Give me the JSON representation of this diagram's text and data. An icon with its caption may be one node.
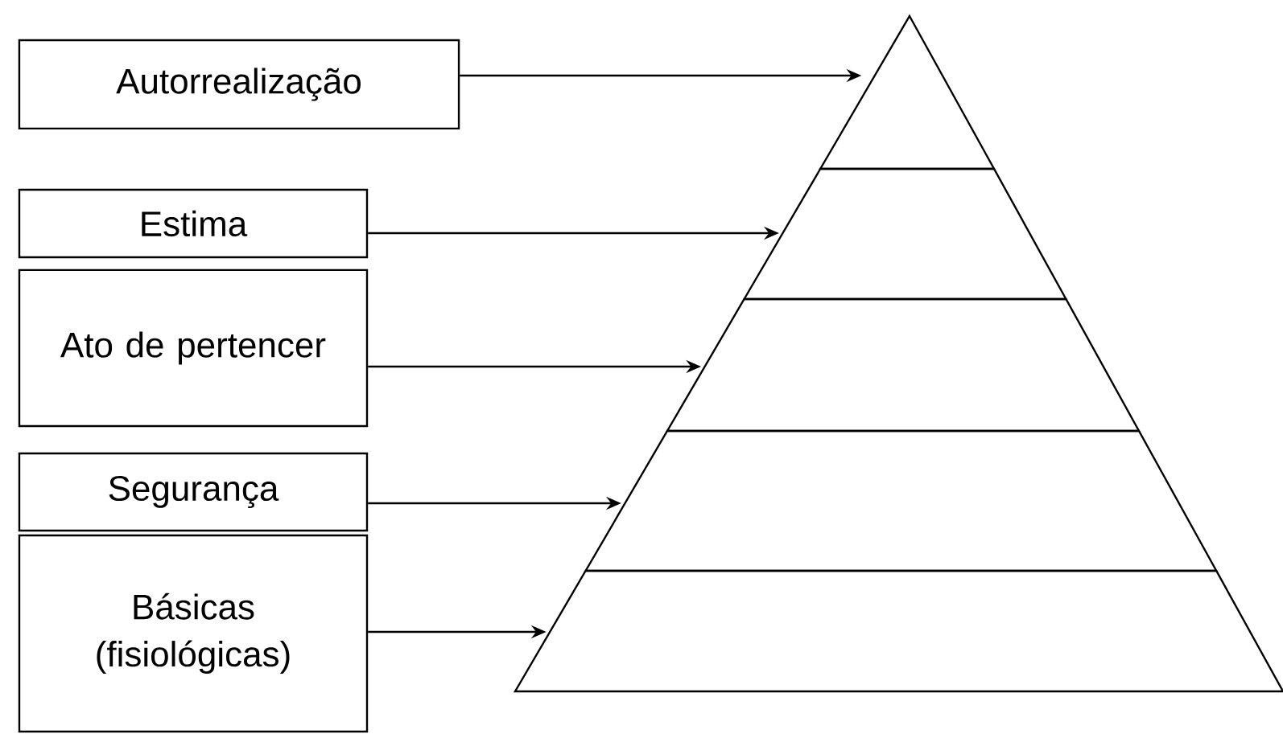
{
  "diagram": {
    "nodes": [
      {
        "text": [
          "Autorrealização"
        ]
      },
      {
        "text": [
          "Estima"
        ]
      },
      {
        "text": [
          "Ato de pertencer"
        ]
      },
      {
        "text": [
          "Segurança"
        ]
      },
      {
        "text": [
          "Básicas (fisiológicas)"
        ]
      },
      {
        "text": [],
        "shape": "triangle"
      },
      {
        "text": [],
        "shape": "trapezoid"
      },
      {
        "text": [],
        "shape": "trapezoid"
      },
      {
        "text": [],
        "shape": "trapezoid"
      },
      {
        "text": [],
        "shape": "trapezoid"
      }
    ],
    "edges": [
      {
        "from": 0,
        "to": 5,
        "arrow": "to"
      },
      {
        "from": 1,
        "to": 6,
        "arrow": "to"
      },
      {
        "from": 2,
        "to": 7,
        "arrow": "to"
      },
      {
        "from": 3,
        "to": 8,
        "arrow": "to"
      },
      {
        "from": 4,
        "to": 9,
        "arrow": "to"
      }
    ]
  }
}
